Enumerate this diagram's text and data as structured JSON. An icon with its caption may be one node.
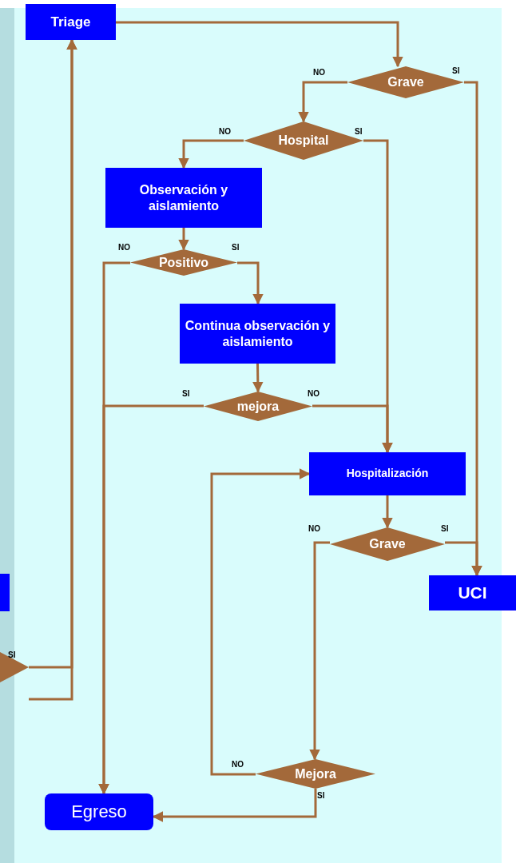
{
  "diagram": {
    "nodes": [
      {
        "text": [
          "Triage"
        ]
      },
      {
        "text": [
          "Grave"
        ]
      },
      {
        "text": [
          "Hospital"
        ]
      },
      {
        "text": [
          "Observación y aislamiento"
        ]
      },
      {
        "text": [
          "Positivo"
        ]
      },
      {
        "text": [
          "Continua observación y aislamiento"
        ]
      },
      {
        "text": [
          "mejora"
        ]
      },
      {
        "text": [
          "Hospitalización"
        ]
      },
      {
        "text": [
          "Grave"
        ]
      },
      {
        "text": [
          "UCI"
        ]
      },
      {
        "text": [
          "Mejora"
        ]
      },
      {
        "text": [
          "Egreso"
        ]
      },
      {
        "text": [],
        "shape": "box"
      },
      {
        "text": [],
        "shape": "diamond"
      }
    ],
    "edges": [
      {
        "from": 0,
        "to": 1,
        "arrow": "to"
      },
      {
        "from": 1,
        "to": 2,
        "arrow": "to",
        "label": "NO"
      },
      {
        "from": 1,
        "to": 9,
        "arrow": "to",
        "label": "SI"
      },
      {
        "from": 2,
        "to": 3,
        "arrow": "to",
        "label": "NO"
      },
      {
        "from": 2,
        "to": 7,
        "arrow": "to",
        "label": "SI"
      },
      {
        "from": 3,
        "to": 4,
        "arrow": "to"
      },
      {
        "from": 4,
        "to": 11,
        "arrow": "to",
        "label": "NO"
      },
      {
        "from": 4,
        "to": 5,
        "arrow": "to",
        "label": "SI"
      },
      {
        "from": 5,
        "to": 6,
        "arrow": "to"
      },
      {
        "from": 6,
        "to": 11,
        "arrow": "to",
        "label": "SI"
      },
      {
        "from": 6,
        "to": 7,
        "arrow": "to",
        "label": "NO"
      },
      {
        "from": 7,
        "to": 8,
        "arrow": "to"
      },
      {
        "from": 8,
        "to": 9,
        "arrow": "to",
        "label": "SI"
      },
      {
        "from": 8,
        "to": 10,
        "arrow": "to",
        "label": "NO"
      },
      {
        "from": 10,
        "to": 7,
        "arrow": "to",
        "label": "NO"
      },
      {
        "from": 10,
        "to": 11,
        "arrow": "to",
        "label": "SI"
      },
      {
        "from": 13,
        "to": 0,
        "arrow": "to",
        "label": "SI"
      },
      {
        "from": null,
        "to": 0,
        "arrow": "to"
      }
    ]
  }
}
